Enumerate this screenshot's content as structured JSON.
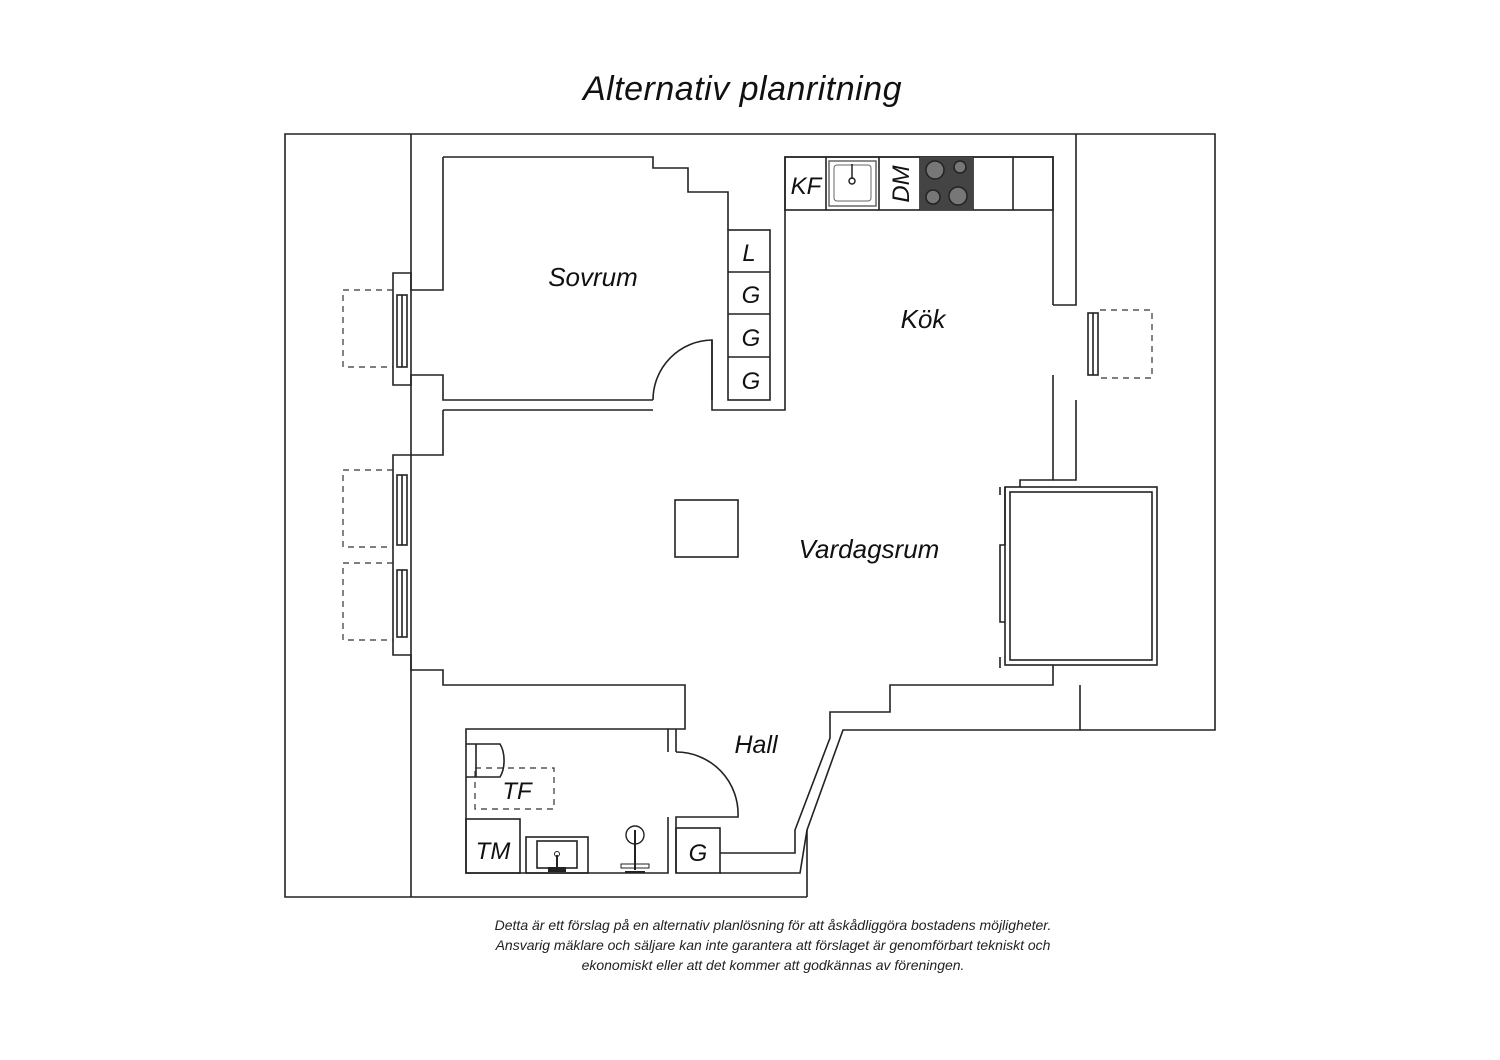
{
  "title": "Alternativ planritning",
  "rooms": {
    "sovrum": "Sovrum",
    "kok": "Kök",
    "vardagsrum": "Vardagsrum",
    "hall": "Hall"
  },
  "fixtures": {
    "kf": "KF",
    "dm": "DM",
    "closet_l": "L",
    "closet_g1": "G",
    "closet_g2": "G",
    "closet_g3": "G",
    "tf": "TF",
    "tm": "TM",
    "hall_g": "G"
  },
  "footer": [
    "Detta är ett förslag på en alternativ planlösning för att åskådliggöra bostadens möjligheter.",
    "Ansvarig mäklare och säljare kan inte garantera att förslaget är genomförbart tekniskt och",
    "ekonomiskt eller att det kommer att godkännas av föreningen."
  ]
}
